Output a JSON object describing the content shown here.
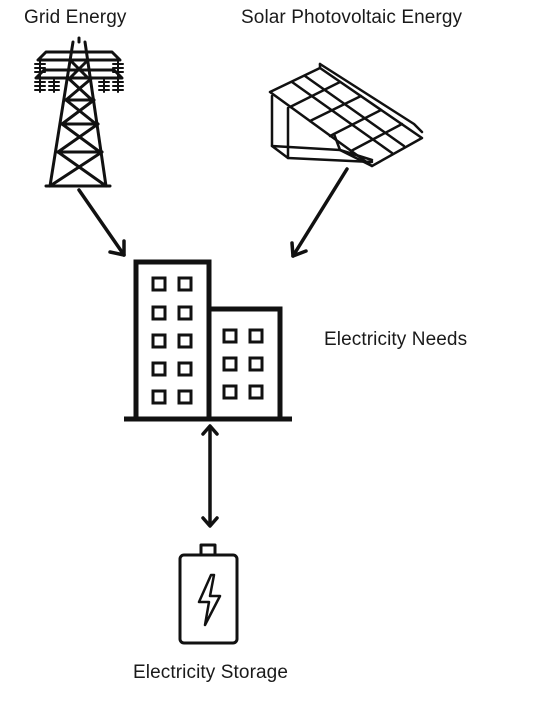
{
  "labels": {
    "grid": "Grid Energy",
    "solar": "Solar Photovoltaic Energy",
    "needs": "Electricity Needs",
    "storage": "Electricity Storage"
  },
  "icons": {
    "grid": "transmission-tower-icon",
    "solar": "solar-panel-icon",
    "building": "office-building-icon",
    "battery": "battery-lightning-icon"
  },
  "colors": {
    "stroke": "#111111",
    "background": "#ffffff"
  }
}
